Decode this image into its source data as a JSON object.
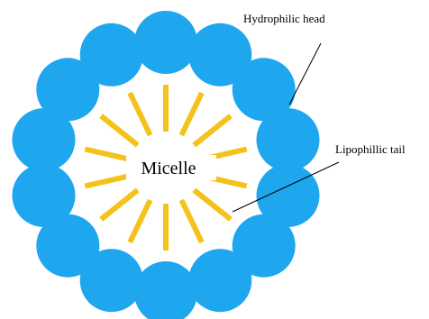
{
  "diagram": {
    "center_label": "Micelle",
    "callouts": {
      "head_label": "Hydrophilic head",
      "tail_label": "Lipophillic tail"
    },
    "molecule_count": 14,
    "colors": {
      "head": "#1ea7ee",
      "tail": "#f5c11b",
      "leader_line": "#000000",
      "text": "#000000"
    }
  }
}
